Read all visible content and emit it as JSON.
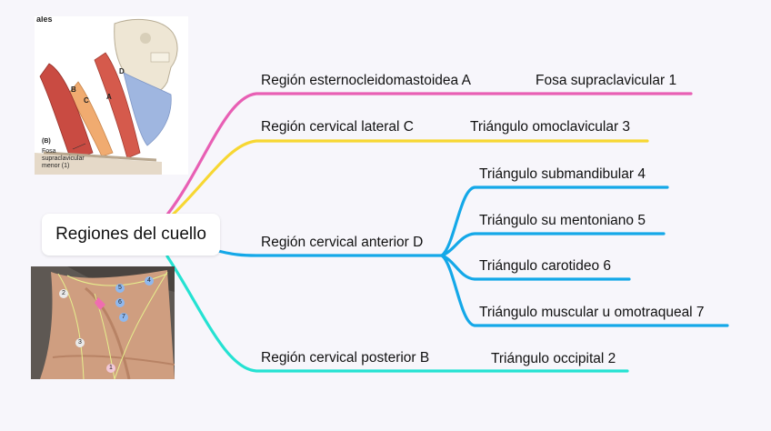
{
  "root": {
    "label": "Regiones del cuello"
  },
  "colors": {
    "pink": "#e85fb4",
    "yellow": "#f7d732",
    "blue": "#14a8e8",
    "cyan": "#25e2d2"
  },
  "branches": [
    {
      "label": "Región esternocleidomastoidea A",
      "color": "pink",
      "children": [
        {
          "label": "Fosa supraclavicular 1"
        }
      ]
    },
    {
      "label": "Región cervical lateral C",
      "color": "yellow",
      "children": [
        {
          "label": "Triángulo omoclavicular 3"
        }
      ]
    },
    {
      "label": "Región cervical anterior D",
      "color": "blue",
      "children": [
        {
          "label": "Triángulo submandibular 4"
        },
        {
          "label": "Triángulo su mentoniano 5"
        },
        {
          "label": "Triángulo carotideo 6"
        },
        {
          "label": "Triángulo muscular u omotraqueal 7"
        }
      ]
    },
    {
      "label": "Región cervical posterior B",
      "color": "cyan",
      "children": [
        {
          "label": "Triángulo occipital 2"
        }
      ]
    }
  ],
  "anatomy_figure": {
    "header": "ales",
    "panel_label": "(B)",
    "letters": [
      "B",
      "C",
      "A",
      "D"
    ],
    "caption": [
      "Fosa",
      "supraclavicular",
      "menor (1)"
    ]
  },
  "photo_figure": {
    "markers": [
      "1",
      "2",
      "3",
      "4",
      "5",
      "6",
      "7"
    ]
  }
}
